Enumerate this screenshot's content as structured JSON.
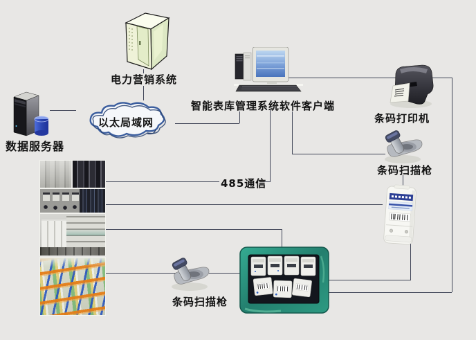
{
  "colors": {
    "background": "#e8e7e5",
    "connector_line": "#3f4456",
    "cloud_outline": "#3a5d9e",
    "screen_blue": "#5b85c8",
    "meter_band_blue": "#2b3e94",
    "tray_teal": "#2fa38c",
    "rack_orange": "#e07a1a",
    "rack_blue": "#2b58c0",
    "rack_green": "#3fa040"
  },
  "diagram": {
    "nodes": {
      "power_marketing_system": {
        "label": "电力营销系统",
        "type": "server-cabinet"
      },
      "data_server": {
        "label": "数据服务器",
        "type": "server-tower"
      },
      "ethernet_lan": {
        "label": "以太局域网",
        "type": "network-cloud"
      },
      "client_workstation": {
        "label": "智能表库管理系统软件客户端",
        "type": "desktop-computer"
      },
      "barcode_printer": {
        "label": "条码打印机",
        "type": "barcode-printer"
      },
      "barcode_scanner_top": {
        "label": "条码扫描枪",
        "type": "handheld-scanner"
      },
      "comm_link_485": {
        "label": "485通信",
        "type": "link-label"
      },
      "barcode_scanner_bottom": {
        "label": "条码扫描枪",
        "type": "handheld-scanner"
      },
      "single_meter": {
        "type": "electric-meter-photo"
      },
      "meter_tray": {
        "type": "meter-tray-photo"
      },
      "warehouse_cabinets": {
        "type": "photo"
      },
      "meter_cabinet": {
        "type": "photo"
      },
      "mobile_shelving": {
        "type": "photo"
      },
      "storage_racks": {
        "type": "photo"
      }
    },
    "edges": [
      {
        "from": "power_marketing_system",
        "to": "ethernet_lan"
      },
      {
        "from": "data_server",
        "to": "ethernet_lan"
      },
      {
        "from": "ethernet_lan",
        "to": "client_workstation"
      },
      {
        "from": "client_workstation",
        "to": "barcode_printer"
      },
      {
        "from": "barcode_printer",
        "to": "meter_tray"
      },
      {
        "from": "client_workstation",
        "to": "barcode_scanner_top"
      },
      {
        "from": "client_workstation",
        "to": "warehouse_cabinets",
        "label": "485通信"
      },
      {
        "from": "meter_cabinet",
        "to": "single_meter"
      },
      {
        "from": "mobile_shelving",
        "to": "meter_tray"
      },
      {
        "from": "storage_racks",
        "to": "meter_tray",
        "via": "barcode_scanner_bottom"
      },
      {
        "from": "barcode_scanner_top",
        "to": "single_meter"
      },
      {
        "from": "single_meter",
        "to": "meter_tray"
      }
    ]
  }
}
